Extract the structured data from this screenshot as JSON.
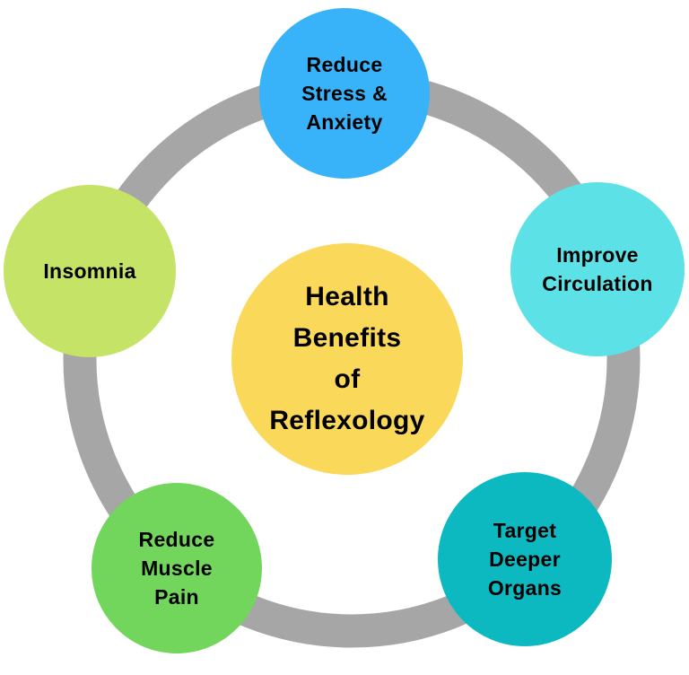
{
  "canvas": {
    "background_color": "#ffffff",
    "ring_color": "#A6A6A6",
    "text_color": "#000000"
  },
  "center": {
    "label": "Health\nBenefits\nof\nReflexology",
    "color": "#FAD95A"
  },
  "nodes": [
    {
      "id": "reduce-stress-anxiety",
      "position": "top",
      "label": "Reduce\nStress &\nAnxiety",
      "color": "#38B2F8"
    },
    {
      "id": "improve-circulation",
      "position": "right",
      "label": "Improve\nCirculation",
      "color": "#5CE1E6"
    },
    {
      "id": "target-deeper-organs",
      "position": "bottom-right",
      "label": "Target\nDeeper\nOrgans",
      "color": "#0CB9C0"
    },
    {
      "id": "reduce-muscle-pain",
      "position": "bottom-left",
      "label": "Reduce\nMuscle\nPain",
      "color": "#71D65B"
    },
    {
      "id": "insomnia",
      "position": "left",
      "label": "Insomnia",
      "color": "#C4E367"
    }
  ]
}
